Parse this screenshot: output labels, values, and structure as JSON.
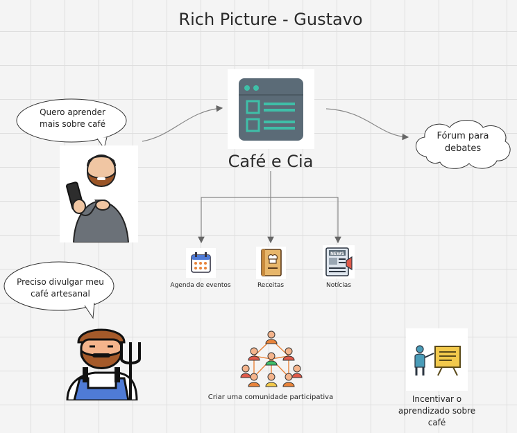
{
  "title": "Rich Picture - Gustavo",
  "site": {
    "name": "Café e Cia"
  },
  "bubbles": {
    "learner": "Quero aprender mais sobre café",
    "farmer": "Preciso divulgar meu café artesanal",
    "forum": "Fórum para debates"
  },
  "features": [
    {
      "label": "Agenda de eventos",
      "icon": "calendar-icon"
    },
    {
      "label": "Receitas",
      "icon": "recipe-book-icon"
    },
    {
      "label": "Notícias",
      "icon": "news-icon"
    }
  ],
  "goals": {
    "community": "Criar uma comunidade participativa",
    "teaching": "Incentivar o aprendizado sobre café"
  },
  "colors": {
    "window": "#5b6b77",
    "accent": "#3fbfa8",
    "beard": "#9a5527",
    "sweater": "#6b7178",
    "overalls": "#4f7bd6"
  }
}
